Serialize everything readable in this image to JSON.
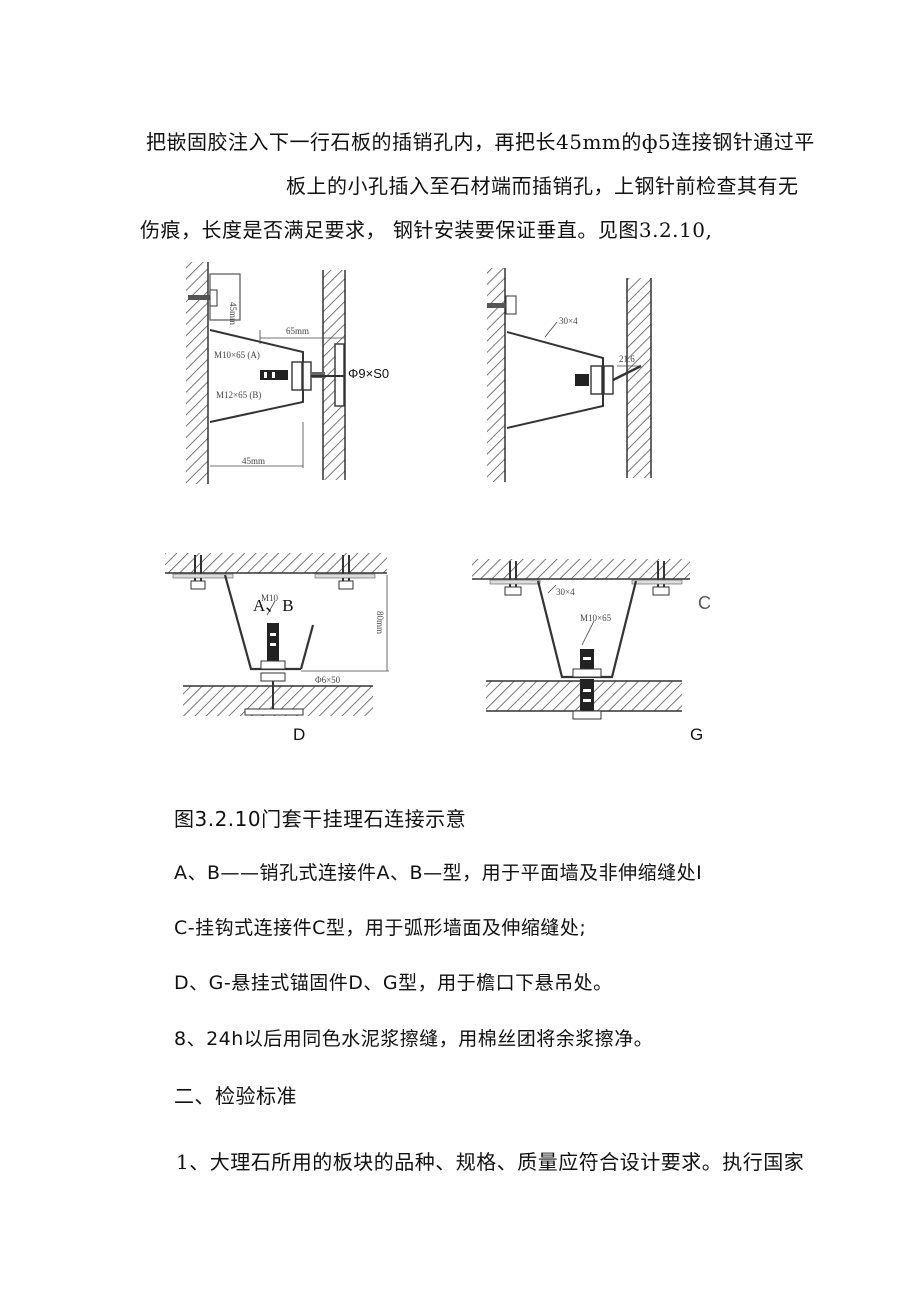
{
  "document": {
    "paragraph_intro": {
      "line1": "把嵌固胶注入下一行石板的插销孔内，再把长45mm的ф5连接钢针通过平",
      "line2": "板上的小孔插入至石材端而插销孔，上钢针前检查其有无",
      "line3": "伤痕，长度是否满足要求，     钢针安装要保证垂直。见图3.2.10,"
    },
    "figures": {
      "top_left": {
        "labels": {
          "dim_top": "65mm",
          "bolt_a": "M10×65 (A)",
          "bolt_b": "M12×65 (B)",
          "dim_bottom": "45mm",
          "dim_vertical": "45mm",
          "pin": "Φ9×S0"
        }
      },
      "top_right": {
        "labels": {
          "plate": "30×4",
          "angle": "21.6"
        }
      },
      "bottom_left": {
        "caption": "D",
        "labels": {
          "type": "A、B",
          "bolt": "M10",
          "dim_vertical": "80mm",
          "pin": "Φ6×50"
        }
      },
      "bottom_right": {
        "caption": "G",
        "side_label": "C",
        "labels": {
          "plate": "30×4",
          "bolt": "M10×65"
        }
      }
    },
    "figure_caption": "图3.2.10门套干挂理石连接示意",
    "legend": [
      "A、B——销孔式连接件A、B—型，用于平面墙及非伸缩缝处I",
      "C-挂钩式连接件C型，用于弧形墙面及伸缩缝处;",
      "D、G-悬挂式锚固件D、G型，用于檐口下悬吊处。"
    ],
    "step_8": "8、24h以后用同色水泥浆擦缝，用棉丝团将余浆擦净。",
    "section_heading": "二、检验标准",
    "item_1": "1、大理石所用的板块的品种、规格、质量应符合设计要求。执行国家"
  }
}
